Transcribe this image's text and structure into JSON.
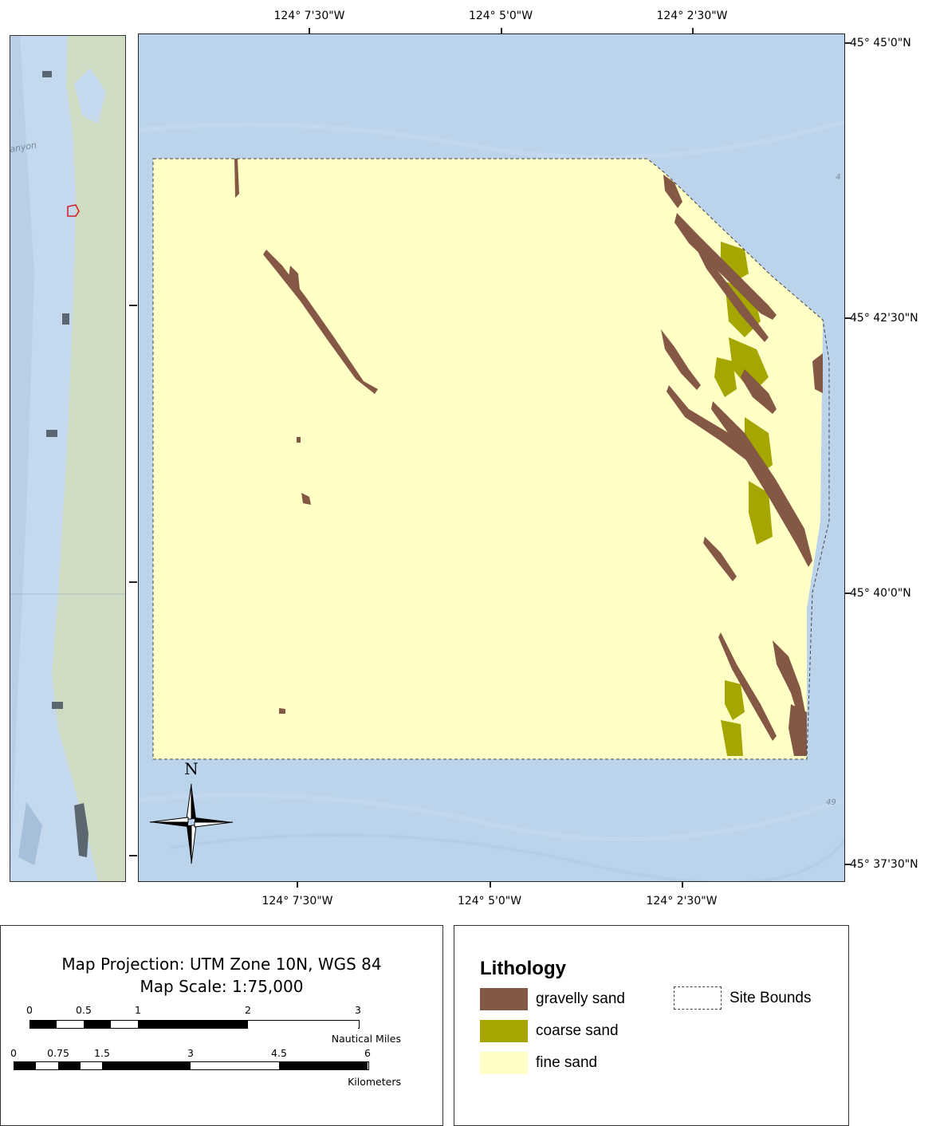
{
  "graticule": {
    "top_longitudes": [
      "124° 7'30\"W",
      "124° 5'0\"W",
      "124° 2'30\"W"
    ],
    "bottom_longitudes": [
      "124° 7'30\"W",
      "124° 5'0\"W",
      "124° 2'30\"W"
    ],
    "right_latitudes": [
      "45° 45'0\"N",
      "45° 42'30\"N",
      "45° 40'0\"N",
      "45° 37'30\"N"
    ]
  },
  "inset_map": {
    "place_label": "anyon",
    "colors": {
      "water": "#c4d9ee",
      "land": "#cfdcc4",
      "marker": "#5a6670",
      "site": "#d0202a"
    }
  },
  "main_map": {
    "north_label": "N",
    "bathy_labels": [
      "4",
      "49"
    ],
    "colors": {
      "water": "#bcd3ec",
      "fine_sand": "#ffffc6",
      "gravelly_sand": "#855745",
      "coarse_sand": "#a6a600"
    }
  },
  "scale_panel": {
    "projection": "Map Projection: UTM Zone 10N, WGS 84",
    "scale": "Map Scale:  1:75,000",
    "nautical_miles": {
      "ticks": [
        "0",
        "0.5",
        "1",
        "2",
        "3"
      ],
      "unit": "Nautical Miles"
    },
    "kilometers": {
      "ticks": [
        "0",
        "0.75",
        "1.5",
        "3",
        "4.5",
        "6"
      ],
      "unit": "Kilometers"
    }
  },
  "legend": {
    "title": "Lithology",
    "items": [
      {
        "label": "gravelly sand",
        "color": "#855745"
      },
      {
        "label": "coarse sand",
        "color": "#a6a600"
      },
      {
        "label": "fine sand",
        "color": "#ffffc6"
      }
    ],
    "site_bounds_label": "Site Bounds"
  }
}
